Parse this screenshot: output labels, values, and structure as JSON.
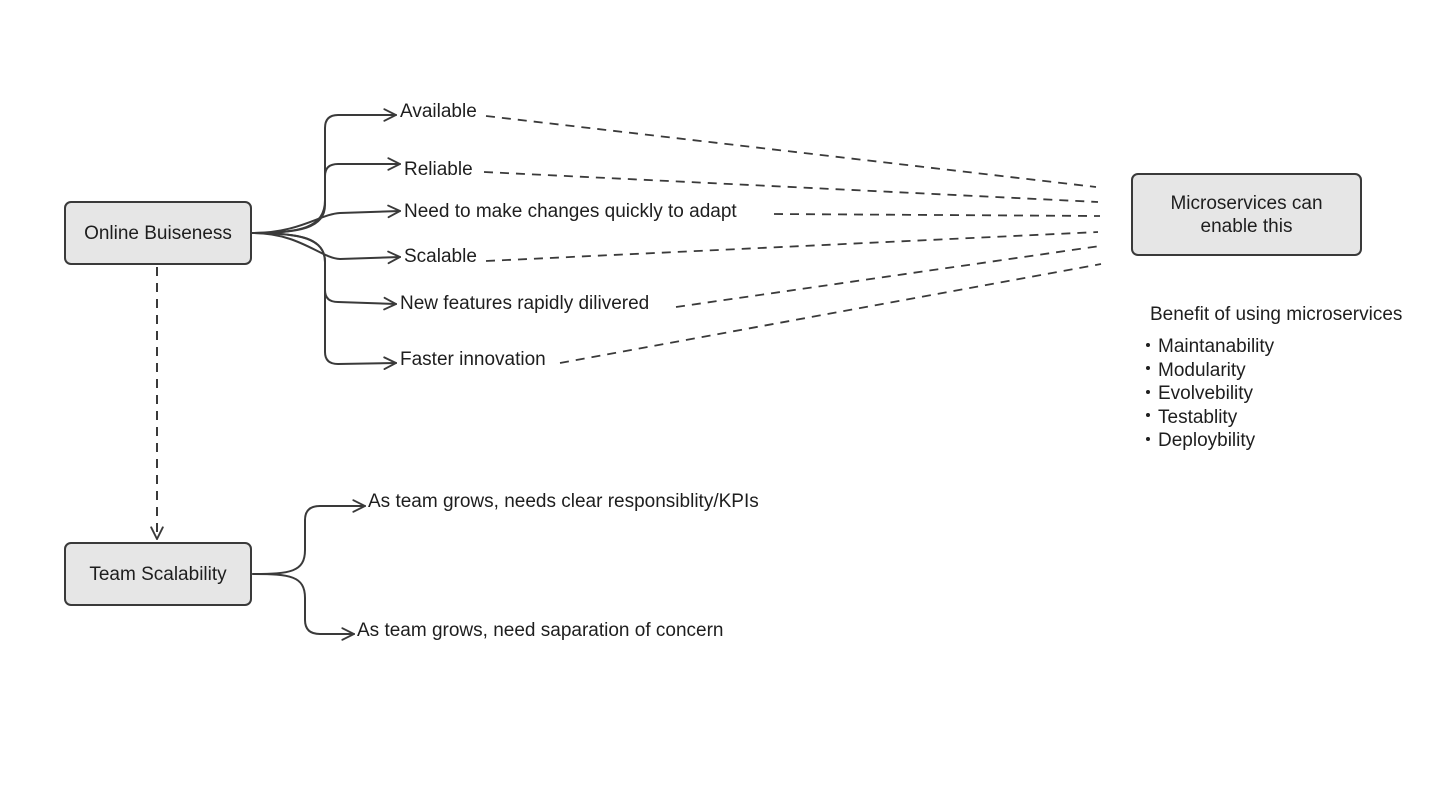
{
  "nodes": {
    "online_business": "Online Buiseness",
    "team_scalability": "Team Scalability",
    "microservices": "Microservices can enable this"
  },
  "requirements": [
    "Available",
    "Reliable",
    "Need to make changes quickly to adapt",
    "Scalable",
    "New features rapidly dilivered",
    "Faster innovation"
  ],
  "team_needs": [
    "As team grows, needs clear responsiblity/KPIs",
    "As team grows, need saparation of concern"
  ],
  "benefits": {
    "title": "Benefit of using microservices",
    "items": [
      "Maintanability",
      "Modularity",
      "Evolvebility",
      "Testablity",
      "Deploybility"
    ]
  },
  "colors": {
    "stroke": "#3a3a3a",
    "node_fill": "#e6e6e6",
    "text": "#1e1e1e"
  }
}
